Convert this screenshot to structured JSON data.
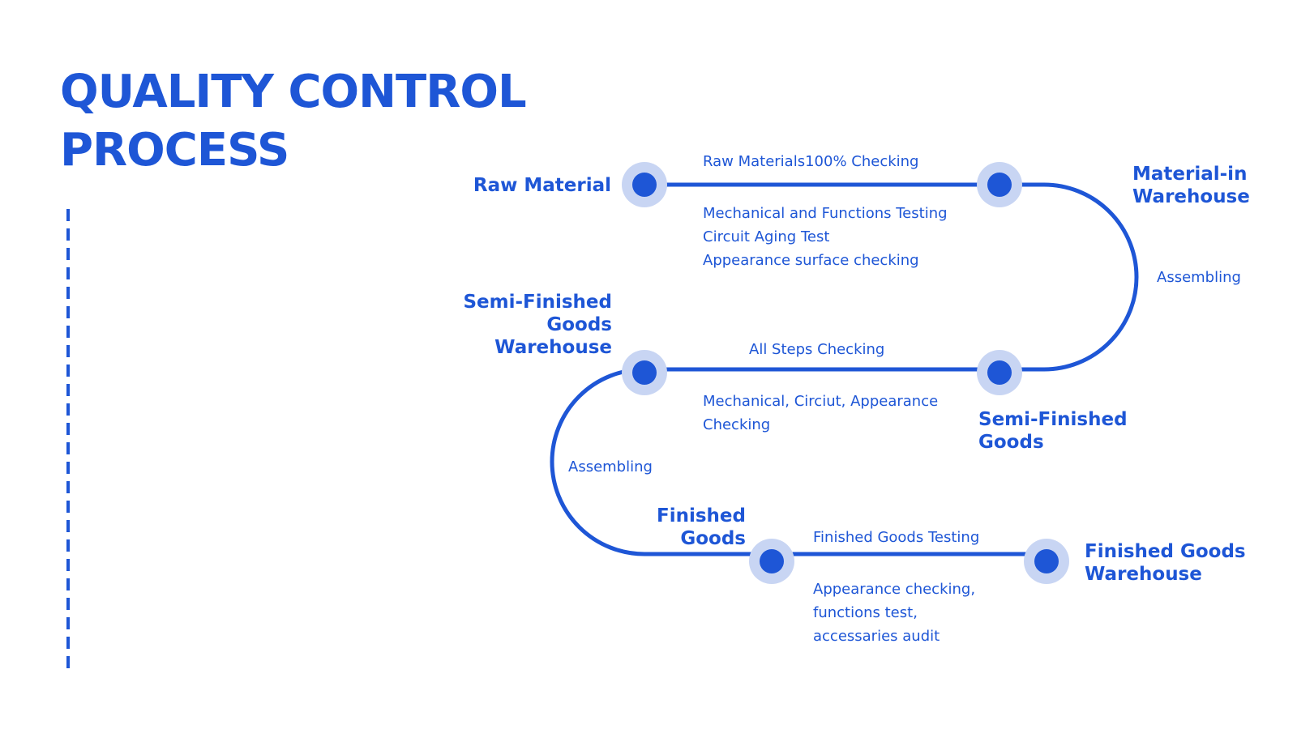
{
  "title": {
    "line1": "QUALITY CONTROL",
    "line2": "PROCESS"
  },
  "colors": {
    "accent": "#1e56d6",
    "halo": "#c8d5f3",
    "background": "#ffffff"
  },
  "nodes": {
    "raw_material": {
      "lines": [
        "Raw Material"
      ]
    },
    "material_in_warehouse": {
      "lines": [
        "Material-in",
        "Warehouse"
      ]
    },
    "semi_finished_goods_warehouse": {
      "lines": [
        "Semi-Finished",
        "Goods",
        "Warehouse"
      ]
    },
    "semi_finished_goods": {
      "lines": [
        "Semi-Finished",
        "Goods"
      ]
    },
    "finished_goods": {
      "lines": [
        "Finished",
        "Goods"
      ]
    },
    "finished_goods_warehouse": {
      "lines": [
        "Finished Goods",
        "Warehouse"
      ]
    }
  },
  "steps": {
    "raw_check_title": "Raw Materials100% Checking",
    "raw_check_details": [
      "Mechanical and Functions Testing",
      "Circuit Aging Test",
      "Appearance surface checking"
    ],
    "assembling_right": "Assembling",
    "semi_check_title": "All Steps Checking",
    "semi_check_details": [
      "Mechanical, Circiut, Appearance",
      "Checking"
    ],
    "assembling_left": "Assembling",
    "finished_check_title": "Finished Goods Testing",
    "finished_check_details": [
      "Appearance checking,",
      "functions test,",
      "accessaries audit"
    ]
  }
}
